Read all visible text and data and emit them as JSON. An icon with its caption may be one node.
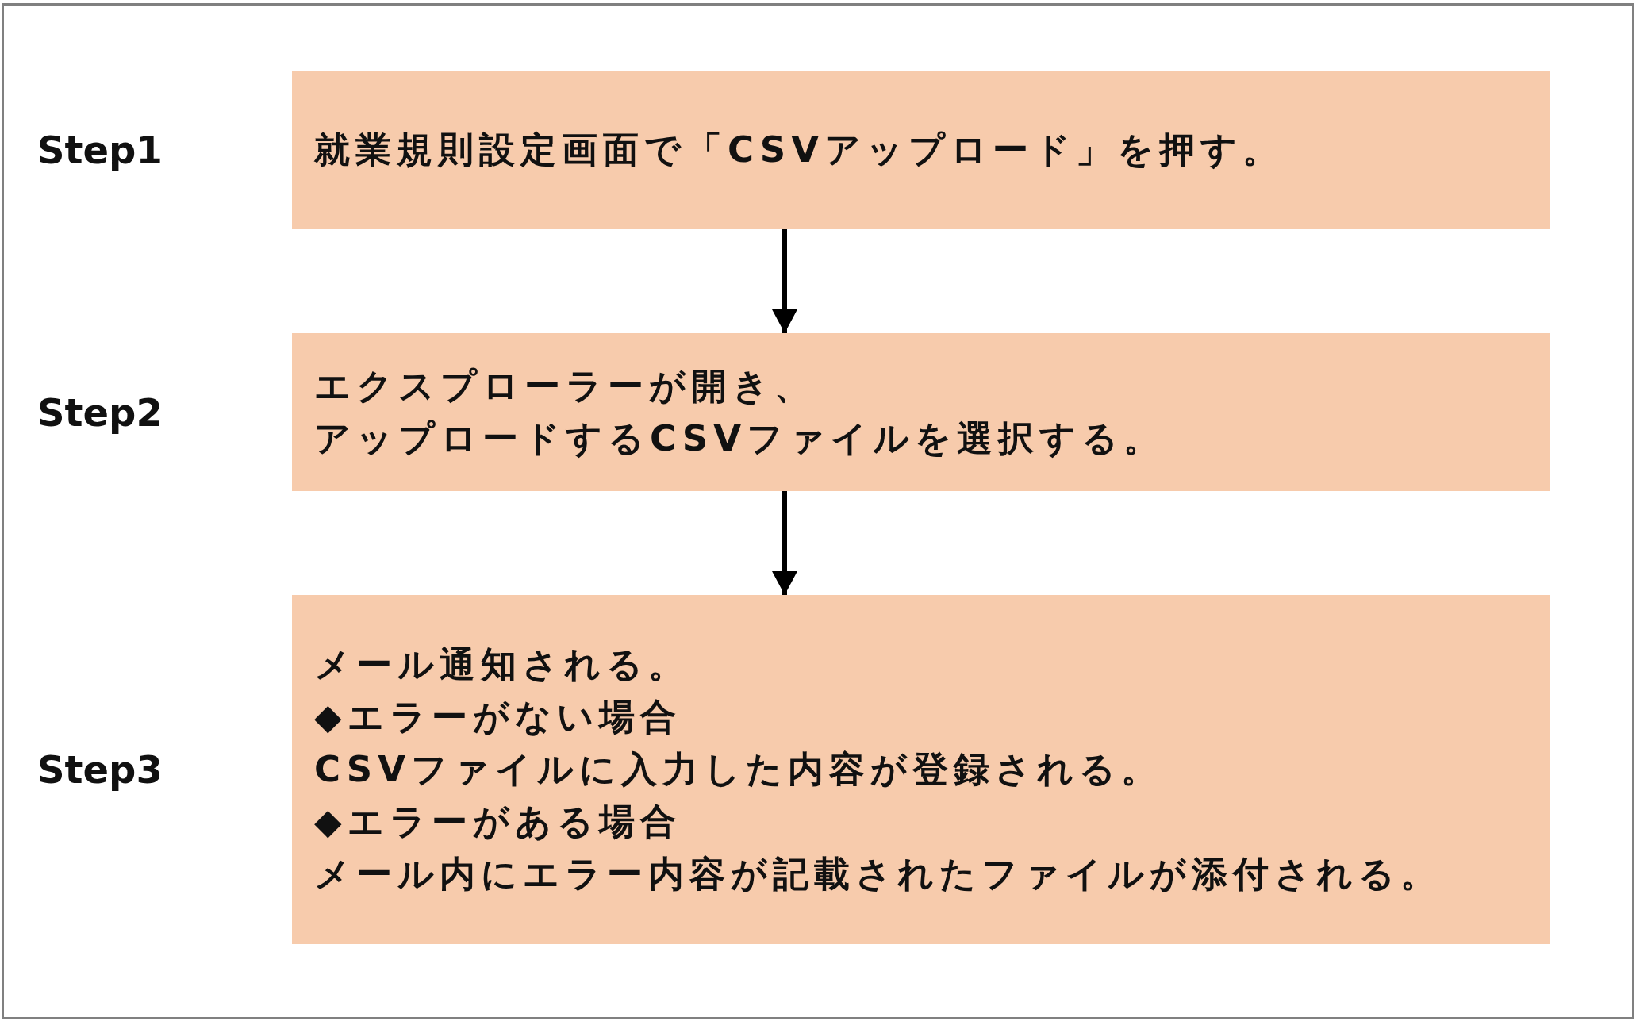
{
  "diagram": {
    "nodes": [
      {
        "text": [
          "就業規則設定画面で「CSVアップロード」を押す。"
        ],
        "beside": [
          "Step1"
        ]
      },
      {
        "text": [
          "エクスプローラーが開き、",
          "アップロードするCSVファイルを選択する。"
        ],
        "beside": [
          "Step2"
        ]
      },
      {
        "text": [
          "メール通知される。",
          "◆エラーがない場合",
          "CSVファイルに入力した内容が登録される。",
          "◆エラーがある場合",
          "メール内にエラー内容が記載されたファイルが添付される。"
        ],
        "beside": [
          "Step3"
        ]
      }
    ],
    "edges": [
      {
        "from": 0,
        "to": 1,
        "arrow": "to"
      },
      {
        "from": 1,
        "to": 2,
        "arrow": "to"
      }
    ]
  }
}
